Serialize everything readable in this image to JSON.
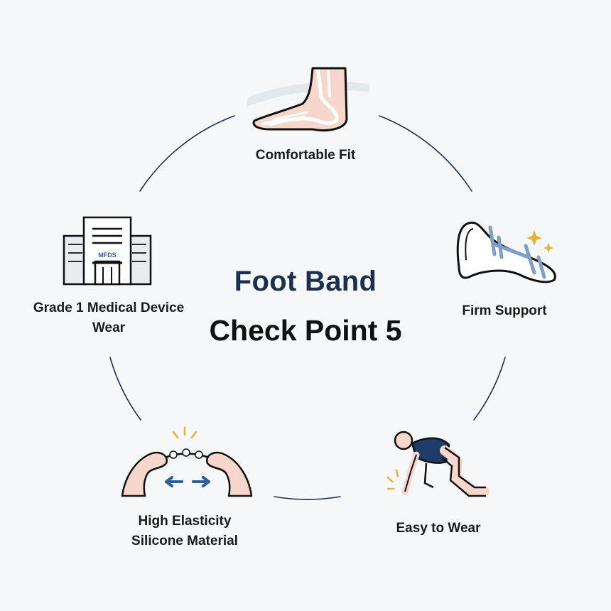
{
  "center": {
    "line1": "Foot Band",
    "line2": "Check Point 5"
  },
  "items": [
    {
      "label": "Comfortable Fit",
      "icon": "foot-bones-icon"
    },
    {
      "label": "Firm Support",
      "icon": "insole-arch-icon"
    },
    {
      "label": "Easy to Wear",
      "icon": "kneeling-person-icon"
    },
    {
      "label": "High Elasticity Silicone Material",
      "label_line1": "High Elasticity",
      "label_line2": "Silicone Material",
      "icon": "stretching-hands-icon"
    },
    {
      "label": "Grade 1 Medical Device Wear",
      "label_line1": "Grade 1 Medical Device",
      "label_line2": "Wear",
      "icon": "mfds-building-icon"
    }
  ],
  "building_sign": "MFDS",
  "colors": {
    "background": "#f6f7f8",
    "ring": "#1b2f4e",
    "title_navy": "#1b2f4e",
    "accent_blue": "#2f5d95",
    "skin": "#f7d6cc",
    "spark": "#e3b43a"
  }
}
